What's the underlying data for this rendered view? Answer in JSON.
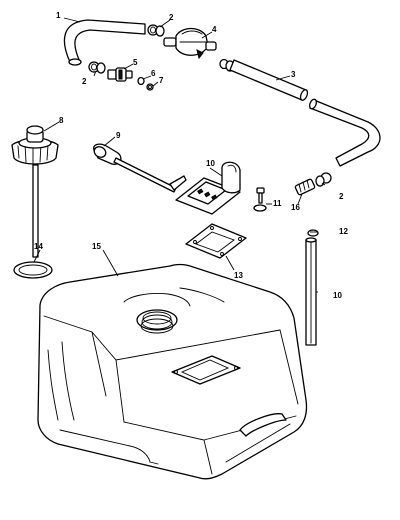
{
  "callouts": {
    "c1": "1",
    "c2a": "2",
    "c2b": "2",
    "c2c": "2",
    "c3": "3",
    "c4": "4",
    "c5": "5",
    "c6": "6",
    "c7": "7",
    "c8": "8",
    "c9": "9",
    "c10a": "10",
    "c10b": "10",
    "c11": "11",
    "c12": "12",
    "c13": "13",
    "c14": "14",
    "c15": "15",
    "c16": "16"
  },
  "colors": {
    "line": "#000000",
    "background": "#ffffff"
  }
}
